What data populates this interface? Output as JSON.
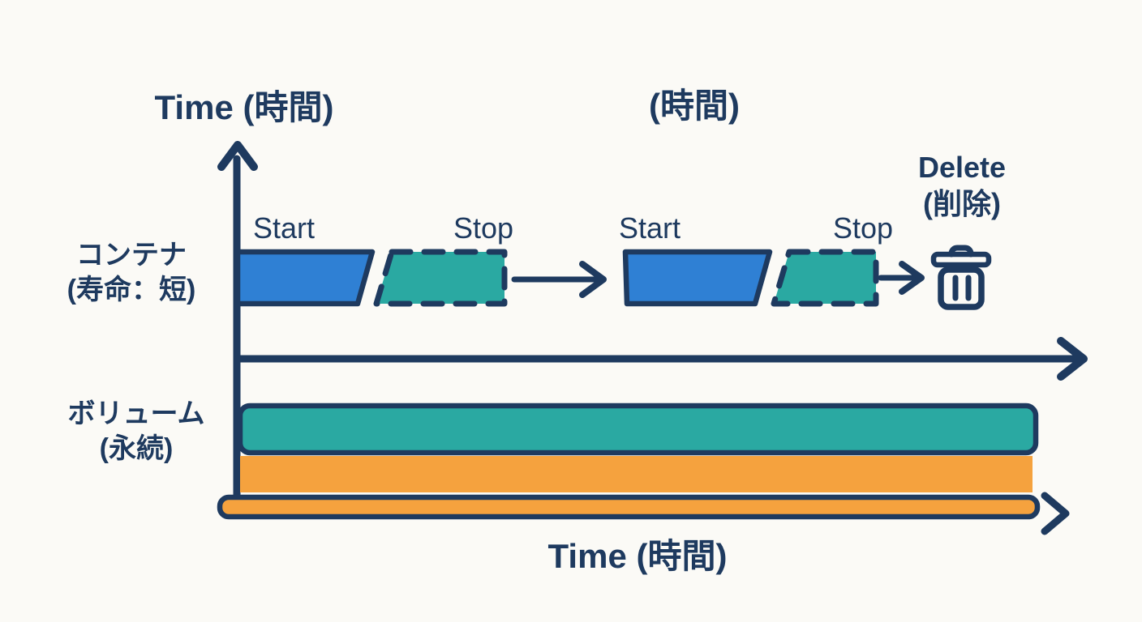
{
  "colors": {
    "navy": "#1e3a5f",
    "blue": "#2f80d4",
    "teal": "#2aa9a2",
    "orange": "#f5a23e",
    "background": "#fbfaf6"
  },
  "axes": {
    "y_title": "Time (時間)",
    "y_title_secondary": "(時間)",
    "x_title": "Time (時間)"
  },
  "container_row": {
    "label_line1": "コンテナ",
    "label_line2": "(寿命：短)",
    "events": [
      {
        "label": "Start"
      },
      {
        "label": "Stop"
      },
      {
        "label": "Start"
      },
      {
        "label": "Stop"
      }
    ],
    "delete": {
      "line1": "Delete",
      "line2": "(削除)",
      "icon": "trash-icon"
    }
  },
  "volume_row": {
    "label_line1": "ボリューム",
    "label_line2": "(永続)"
  }
}
